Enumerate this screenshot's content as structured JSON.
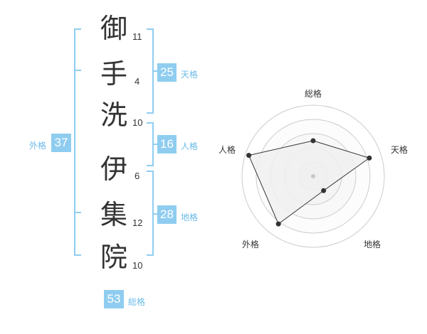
{
  "characters": [
    {
      "char": "御",
      "strokes": "11"
    },
    {
      "char": "手",
      "strokes": "4"
    },
    {
      "char": "洗",
      "strokes": "10"
    },
    {
      "char": "伊",
      "strokes": "6"
    },
    {
      "char": "集",
      "strokes": "12"
    },
    {
      "char": "院",
      "strokes": "10"
    }
  ],
  "kaku": {
    "tenkaku": {
      "value": "25",
      "label": "天格"
    },
    "jinkaku": {
      "value": "16",
      "label": "人格"
    },
    "chikaku": {
      "value": "28",
      "label": "地格"
    },
    "gaikaku": {
      "value": "37",
      "label": "外格"
    },
    "soukaku": {
      "value": "53",
      "label": "総格"
    }
  },
  "colors": {
    "accent": "#8fcdf0",
    "label": "#6bbbe8"
  },
  "chart_data": {
    "type": "radar",
    "axes": [
      "総格",
      "天格",
      "地格",
      "外格",
      "人格"
    ],
    "values": [
      0.5,
      0.83,
      0.25,
      0.83,
      0.95
    ],
    "range": [
      0,
      1
    ],
    "rings": 5,
    "grid": true
  }
}
